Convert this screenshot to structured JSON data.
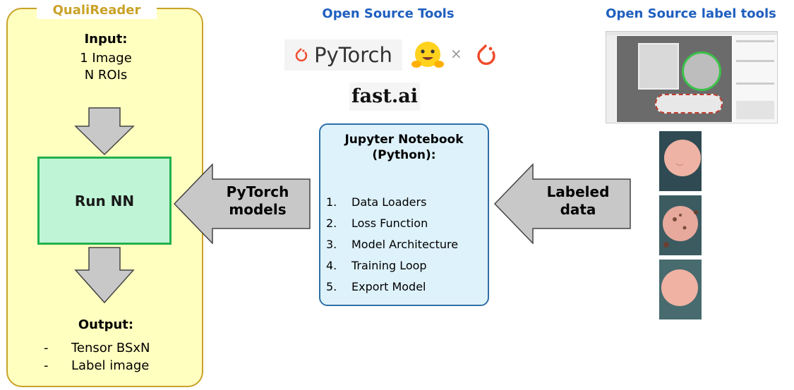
{
  "qualireader": {
    "title": "QualiReader",
    "input_title": "Input:",
    "input_lines": [
      "1 Image",
      "N ROIs"
    ],
    "run_label": "Run NN",
    "output_title": "Output:",
    "output_items": [
      "Tensor BSxN",
      "Label image"
    ],
    "output_bullet": "-"
  },
  "headers": {
    "tools": "Open Source Tools",
    "label_tools": "Open Source label tools"
  },
  "logos": {
    "pytorch": "PyTorch",
    "hf_times": "×",
    "fastai": "fast.ai"
  },
  "notebook": {
    "title_line1": "Jupyter Notebook",
    "title_line2": "(Python):",
    "steps": [
      {
        "num": "1.",
        "label": "Data Loaders"
      },
      {
        "num": "2.",
        "label": "Loss Function"
      },
      {
        "num": "3.",
        "label": "Model Architecture"
      },
      {
        "num": "4.",
        "label": "Training Loop"
      },
      {
        "num": "5.",
        "label": "Export Model"
      }
    ]
  },
  "arrows": {
    "models_line1": "PyTorch",
    "models_line2": "models",
    "data_line1": "Labeled",
    "data_line2": "data"
  },
  "colors": {
    "panel_fill": "#ffffc0",
    "panel_border": "#c9a227",
    "run_fill": "#bff5d6",
    "run_border": "#22b14c",
    "notebook_fill": "#def2fb",
    "notebook_border": "#2e6fa7",
    "header_blue": "#1f5fbf",
    "arrow_fill": "#c8c8c8",
    "pytorch_orange": "#ee4c2c"
  }
}
